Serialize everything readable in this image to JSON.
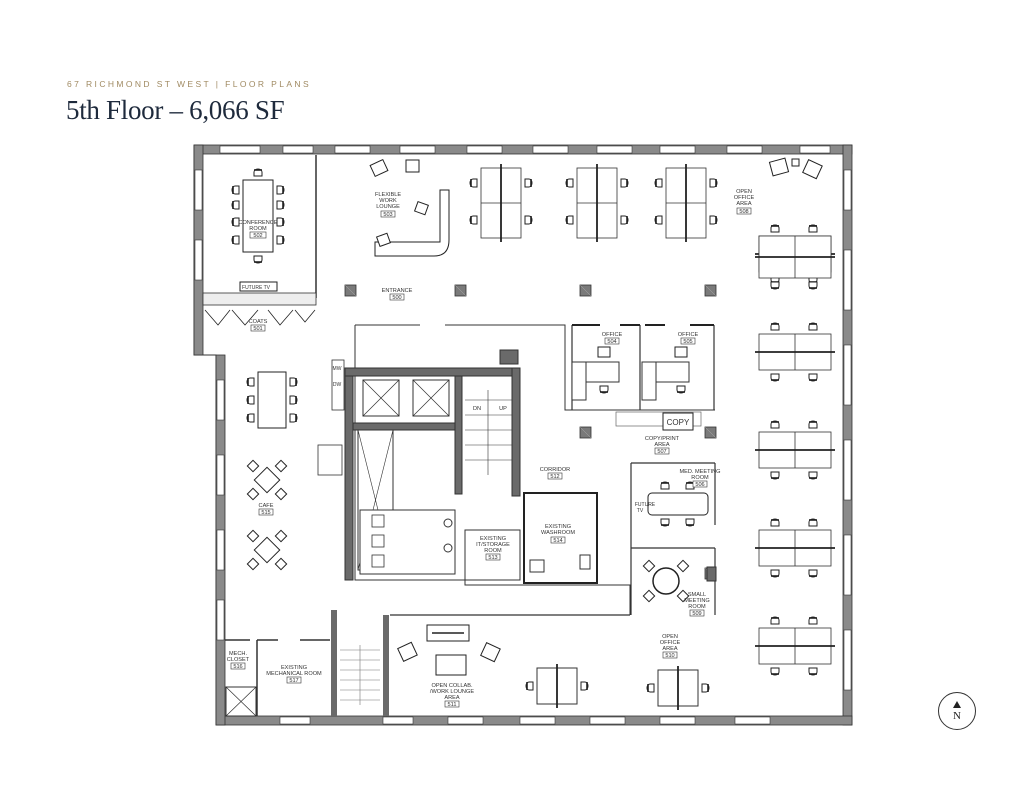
{
  "header": {
    "eyebrow": "67 RICHMOND ST WEST | FLOOR PLANS",
    "title": "5th Floor – 6,066 SF"
  },
  "compass": {
    "label": "N",
    "icon": "north-arrow-icon"
  },
  "colors": {
    "title": "#1e2a3c",
    "eyebrow": "#a08a62",
    "wall": "#4a4a4a",
    "wall_fill": "#8a8a8a",
    "line": "#222222"
  },
  "rooms": {
    "conference": {
      "name_1": "CONFERENCE",
      "name_2": "ROOM",
      "number": "502"
    },
    "lounge": {
      "name_1": "FLEXIBLE",
      "name_2": "WORK",
      "name_3": "LOUNGE",
      "number": "503"
    },
    "entrance": {
      "name": "ENTRANCE",
      "number": "500"
    },
    "coats": {
      "name": "COATS",
      "number": "501"
    },
    "future_tv_1": {
      "name": "FUTURE TV"
    },
    "open_office_ne": {
      "name_1": "OPEN",
      "name_2": "OFFICE",
      "name_3": "AREA",
      "number": "508"
    },
    "office_504": {
      "name": "OFFICE",
      "number": "504"
    },
    "office_505": {
      "name": "OFFICE",
      "number": "505"
    },
    "copy_machine": {
      "name": "COPY"
    },
    "copy_print": {
      "name_1": "COPY/PRINT",
      "name_2": "AREA",
      "number": "507"
    },
    "med_meeting": {
      "name_1": "MED. MEETING",
      "name_2": "ROOM",
      "number": "506"
    },
    "future_tv_2": {
      "name_1": "FUTURE",
      "name_2": "TV"
    },
    "small_meeting": {
      "name_1": "SMALL",
      "name_2": "MEETING",
      "name_3": "ROOM",
      "number": "509"
    },
    "corridor": {
      "name": "CORRIDOR",
      "number": "512"
    },
    "washroom": {
      "name_1": "EXISTING",
      "name_2": "WASHROOM",
      "number": "514"
    },
    "storage": {
      "name_1": "EXISTING",
      "name_2": "IT/STORAGE",
      "name_3": "ROOM",
      "number": "513"
    },
    "cafe": {
      "name": "CAFE",
      "number": "515"
    },
    "appliances": {
      "mw": "MW",
      "dw": "DW"
    },
    "stairs": {
      "dn": "DN",
      "up": "UP"
    },
    "mech_closet": {
      "name_1": "MECH.",
      "name_2": "CLOSET",
      "number": "516"
    },
    "mech_room": {
      "name_1": "EXISTING",
      "name_2": "MECHANICAL ROOM",
      "number": "517"
    },
    "collab": {
      "name_1": "OPEN COLLAB.",
      "name_2": "/WORK LOUNGE",
      "name_3": "AREA",
      "number": "511"
    },
    "open_office_s": {
      "name_1": "OPEN",
      "name_2": "OFFICE",
      "name_3": "AREA",
      "number": "510"
    }
  }
}
